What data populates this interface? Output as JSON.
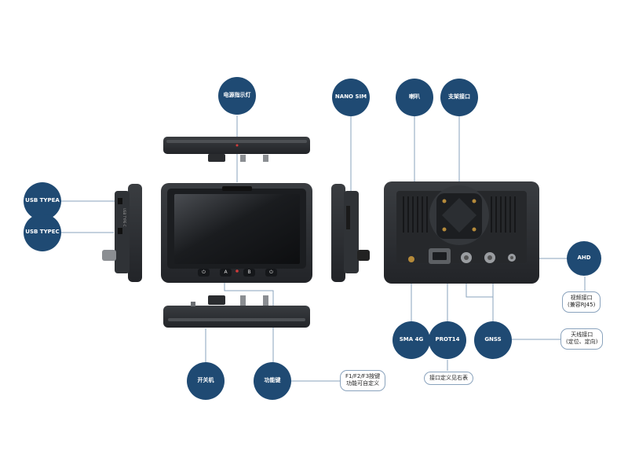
{
  "labels": {
    "power_led": "电源指示灯",
    "nano_sim": "NANO SIM",
    "speaker": "喇叭",
    "mount": "支架接口",
    "usb_typea": "USB TYPEA",
    "usb_typec": "USB TYPEC",
    "ahd": "AHD",
    "sma_4g": "SMA 4G",
    "port14": "PROT14",
    "gnss": "GNSS",
    "power_switch": "开关机",
    "function_keys": "功能键"
  },
  "notes": {
    "ahd_note_line1": "视频接口",
    "ahd_note_line2": "(兼容RJ45)",
    "gnss_note_line1": "天线接口",
    "gnss_note_line2": "(定位、定向)",
    "port_note": "接口定义见右表",
    "fkey_note_line1": "F1/F2/F3按键",
    "fkey_note_line2": "功能可自定义"
  },
  "buttons": {
    "power_glyph": "⏻",
    "a": "A",
    "b": "B",
    "c": "⏻"
  },
  "side_text": {
    "line1": "USB",
    "line2": "TYPE-C"
  },
  "colors": {
    "bubble": "#1f4a73",
    "leader": "#8aa3bd",
    "device_dark": "#2a2c2f",
    "device_edge": "#3b3e42",
    "screen": "#141619"
  }
}
